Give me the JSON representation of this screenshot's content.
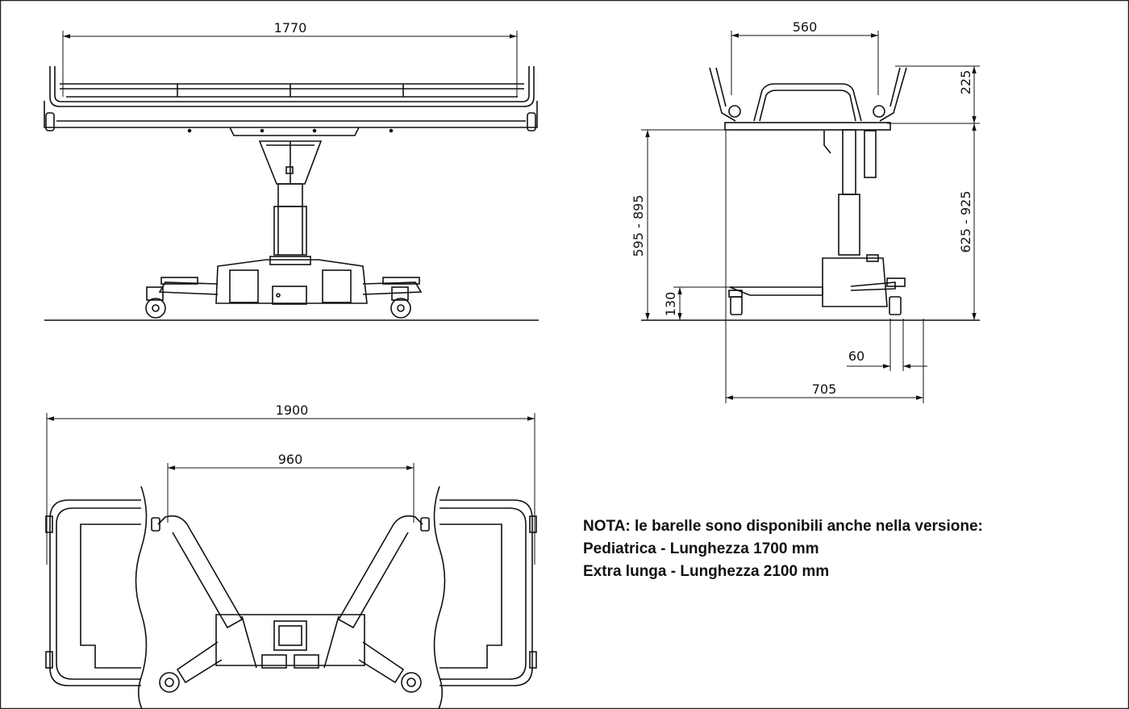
{
  "dimensions": {
    "side_length": "1770",
    "end_width": "560",
    "rail_height": "225",
    "height_range_a": "595 - 895",
    "height_range_b": "625 - 925",
    "ground_clearance": "130",
    "wheel_offset": "60",
    "base_depth": "705",
    "total_length": "1900",
    "arm_span": "960"
  },
  "note": {
    "line1": "NOTA: le barelle sono disponibili anche nella versione:",
    "line2": "Pediatrica - Lunghezza 1700 mm",
    "line3": "Extra lunga - Lunghezza 2100 mm"
  }
}
